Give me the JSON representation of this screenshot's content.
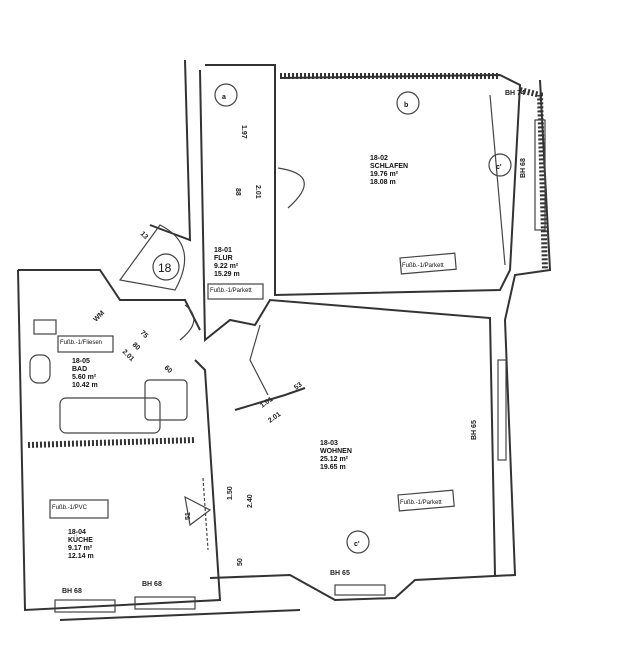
{
  "rooms": {
    "flur": {
      "id": "18-01",
      "name": "FLUR",
      "area": "9.22 m²",
      "perimeter": "15.29 m",
      "floor": "Fußb.-1/Parkett"
    },
    "schlafen": {
      "id": "18-02",
      "name": "SCHLAFEN",
      "area": "19.76 m²",
      "perimeter": "18.08 m",
      "floor": "Fußb.-1/Parkett"
    },
    "wohnen": {
      "id": "18-03",
      "name": "WOHNEN",
      "area": "25.12 m²",
      "perimeter": "19.65 m",
      "floor": "Fußb.-1/Parkett"
    },
    "kueche": {
      "id": "18-04",
      "name": "KÜCHE",
      "area": "9.17 m²",
      "perimeter": "12.14 m",
      "floor": "Fußb.-1/PVC"
    },
    "bad": {
      "id": "18-05",
      "name": "BAD",
      "area": "5.60 m²",
      "perimeter": "10.42 m",
      "floor": "Fußb.-1/Fliesen"
    }
  },
  "markers": {
    "a": "a",
    "b": "b",
    "c1": "c'",
    "c2": "c'",
    "unit": "18"
  },
  "dimensions": {
    "d197": "1.97",
    "d88": "88",
    "d201a": "2.01",
    "d101": "1.01",
    "d201b": "2.01",
    "d53": "53",
    "d150": "1.50",
    "d240": "2.40",
    "d50": "50",
    "d201c": "2.01",
    "d60": "60",
    "d75": "75",
    "d80": "80",
    "d13": "13",
    "d51": "51",
    "wm": "WM"
  },
  "sills": {
    "s1": "BH 74",
    "s2": "BH 68",
    "s3": "BH 65",
    "s4": "BH 65",
    "s5": "BH 68",
    "s6": "BH 68"
  }
}
